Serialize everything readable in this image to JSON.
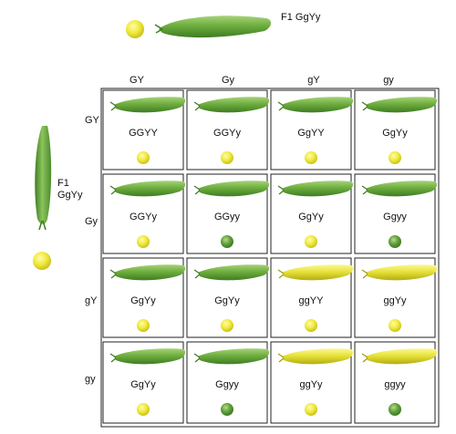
{
  "cross_label": "F1 GgYy",
  "side_parent_label": {
    "line1": "F1",
    "line2": "GgYy"
  },
  "column_headers": [
    "GY",
    "Gy",
    "gY",
    "gy"
  ],
  "row_headers": [
    "GY",
    "Gy",
    "gY",
    "gy"
  ],
  "colors": {
    "green_pod": "#6fae3e",
    "yellow_pod": "#e7e33a",
    "yellow_pea": "#f0ea3c",
    "green_pea": "#5f9f3c",
    "border": "#222222"
  },
  "cells": [
    [
      {
        "genotype": "GGYY",
        "pod": "green",
        "pea": "yellow"
      },
      {
        "genotype": "GGYy",
        "pod": "green",
        "pea": "yellow"
      },
      {
        "genotype": "GgYY",
        "pod": "green",
        "pea": "yellow"
      },
      {
        "genotype": "GgYy",
        "pod": "green",
        "pea": "yellow"
      }
    ],
    [
      {
        "genotype": "GGYy",
        "pod": "green",
        "pea": "yellow"
      },
      {
        "genotype": "GGyy",
        "pod": "green",
        "pea": "green"
      },
      {
        "genotype": "GgYy",
        "pod": "green",
        "pea": "yellow"
      },
      {
        "genotype": "Ggyy",
        "pod": "green",
        "pea": "green"
      }
    ],
    [
      {
        "genotype": "GgYy",
        "pod": "green",
        "pea": "yellow"
      },
      {
        "genotype": "GgYy",
        "pod": "green",
        "pea": "yellow"
      },
      {
        "genotype": "ggYY",
        "pod": "yellow",
        "pea": "yellow"
      },
      {
        "genotype": "ggYy",
        "pod": "yellow",
        "pea": "yellow"
      }
    ],
    [
      {
        "genotype": "GgYy",
        "pod": "green",
        "pea": "yellow"
      },
      {
        "genotype": "Ggyy",
        "pod": "green",
        "pea": "green"
      },
      {
        "genotype": "ggYy",
        "pod": "yellow",
        "pea": "yellow"
      },
      {
        "genotype": "ggyy",
        "pod": "yellow",
        "pea": "green"
      }
    ]
  ]
}
